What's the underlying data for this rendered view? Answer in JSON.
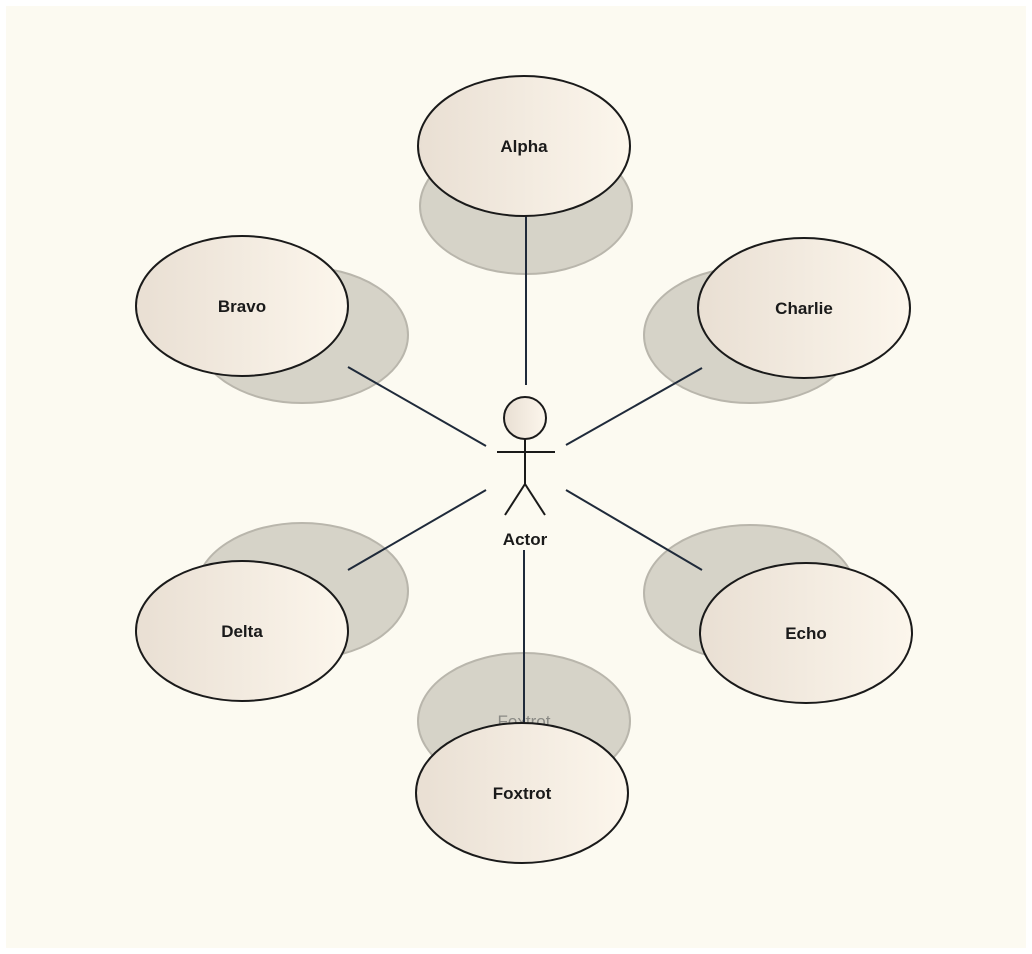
{
  "diagram": {
    "actor": {
      "label": "Actor",
      "icon": "stick-figure-icon"
    },
    "use_cases": [
      {
        "id": "alpha",
        "label": "Alpha"
      },
      {
        "id": "bravo",
        "label": "Bravo"
      },
      {
        "id": "charlie",
        "label": "Charlie"
      },
      {
        "id": "delta",
        "label": "Delta"
      },
      {
        "id": "echo",
        "label": "Echo"
      },
      {
        "id": "foxtrot",
        "label": "Foxtrot"
      }
    ],
    "ghost_label": "Foxtrot",
    "colors": {
      "background": "#fcfaf1",
      "use_case_fill_light": "#fbf4ea",
      "use_case_fill_dark": "#ece3d8",
      "ghost_fill": "#d6d3c8",
      "stroke": "#1a1a1a",
      "connector": "#1f2a3a"
    }
  }
}
